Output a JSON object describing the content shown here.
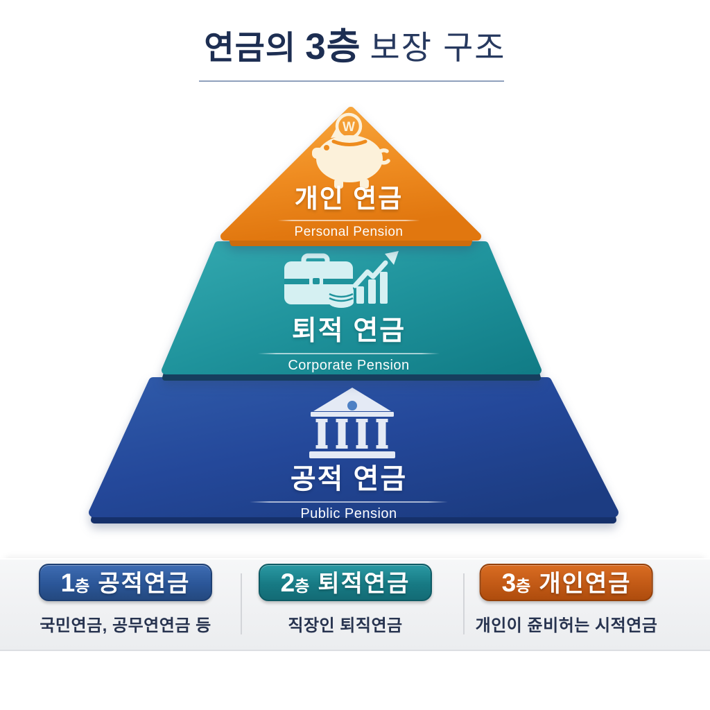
{
  "title": {
    "part1": "연금의",
    "part2": "3층",
    "part3": "보장 구조"
  },
  "pyramid": {
    "coin_letter": "W",
    "tiers": [
      {
        "name": "personal",
        "label_ko": "개인 연금",
        "label_en": "Personal Pension",
        "color": "#ef8c21",
        "icon": "piggy-bank-icon"
      },
      {
        "name": "corporate",
        "label_ko": "퇴적 연금",
        "label_en": "Corporate Pension",
        "color": "#1f939c",
        "icon": "briefcase-growth-icon"
      },
      {
        "name": "public",
        "label_ko": "공적 연금",
        "label_en": "Public Pension",
        "color": "#24489a",
        "icon": "bank-building-icon"
      }
    ]
  },
  "legend": {
    "items": [
      {
        "tier_no": "1",
        "tier_suffix": "층",
        "title": "공적연금",
        "description": "국민연금, 공무연연금 등",
        "color": "#2b5698"
      },
      {
        "tier_no": "2",
        "tier_suffix": "층",
        "title": "퇴적연금",
        "description": "직장인 퇴직연금",
        "color": "#177a84"
      },
      {
        "tier_no": "3",
        "tier_suffix": "층",
        "title": "개인연금",
        "description": "개인이 쥰비허는 시적연금",
        "color": "#c25a16"
      }
    ]
  }
}
